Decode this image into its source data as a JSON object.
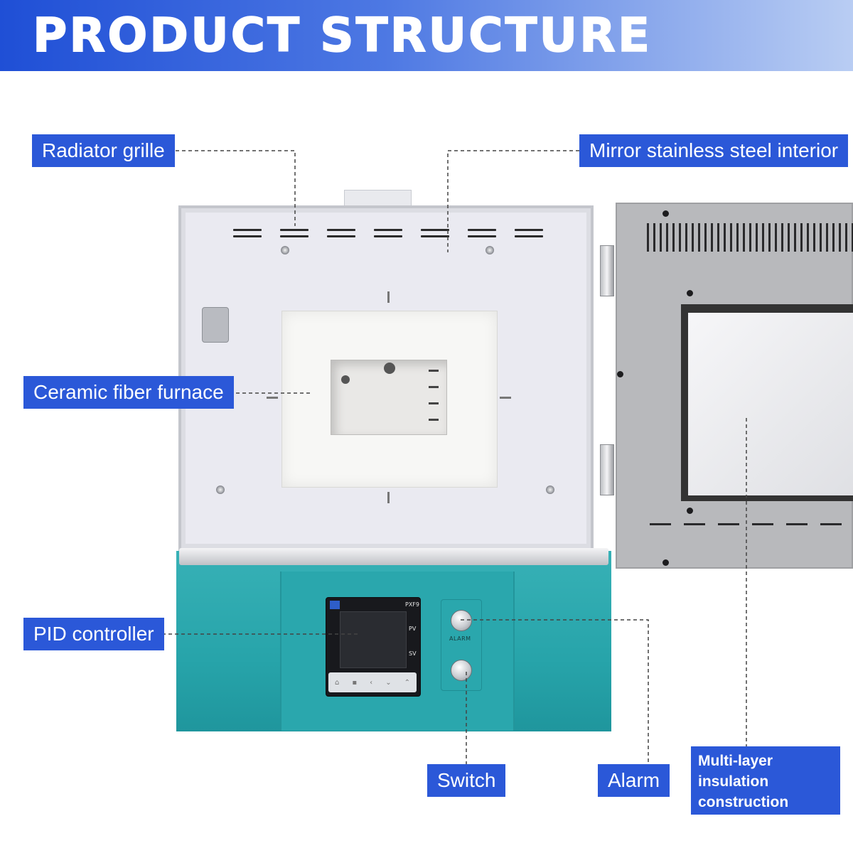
{
  "header": {
    "title": "PRODUCT STRUCTURE"
  },
  "callouts": {
    "radiator": "Radiator grille",
    "interior": "Mirror stainless steel interior",
    "ceramic": "Ceramic fiber furnace",
    "pid": "PID controller",
    "switch": "Switch",
    "alarm": "Alarm",
    "insulation": "Multi-layer insulation construction"
  },
  "controller": {
    "model": "PXF9",
    "pv": "PV",
    "sv": "SV",
    "alarm_caption": "ALARM"
  },
  "colors": {
    "label_bg": "#2b58d8",
    "banner_start": "#1f4fd6",
    "base_teal": "#27a4aa"
  }
}
